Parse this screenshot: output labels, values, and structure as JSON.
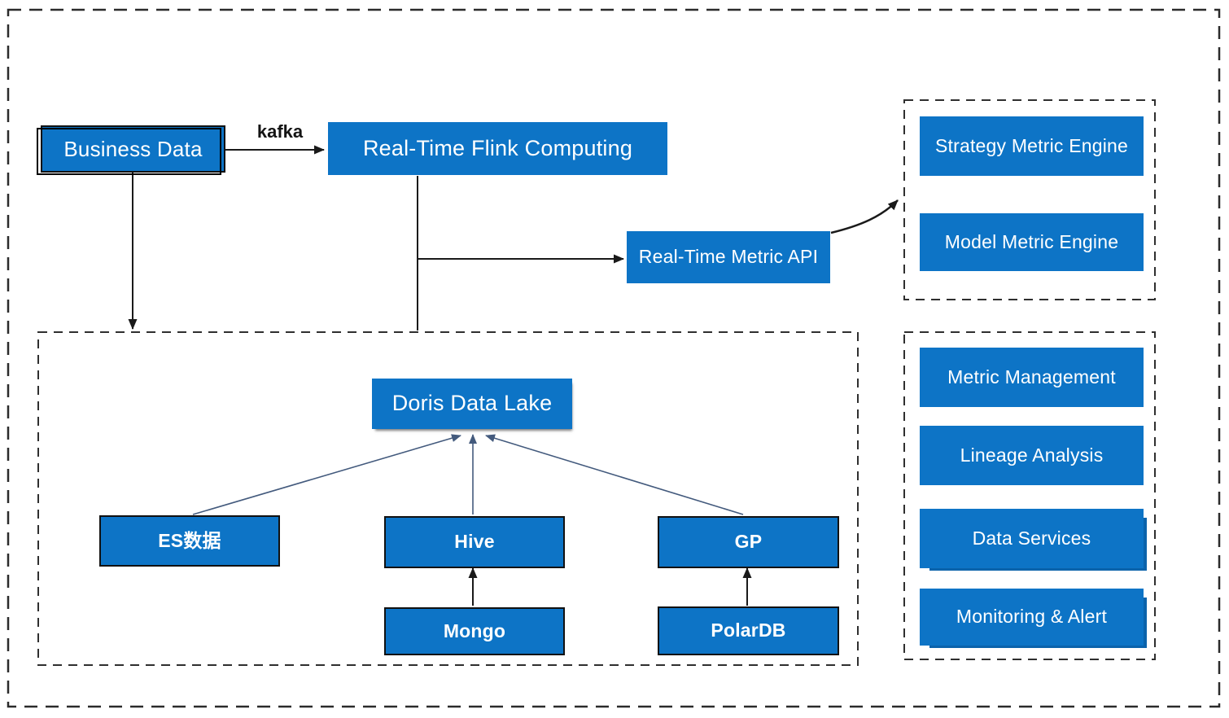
{
  "colors": {
    "node_blue": "#0d74c6",
    "node_shadow_blue": "#0b63ab",
    "connector_black": "#1a1a1a",
    "connector_slate": "#435a7d",
    "dashed_border": "#2f2f2f",
    "node_text": "#ffffff"
  },
  "nodes": {
    "business_data": "Business Data",
    "flink": "Real-Time Flink Computing",
    "metric_api": "Real-Time Metric API",
    "strategy_engine": "Strategy Metric Engine",
    "model_engine": "Model Metric Engine",
    "doris": "Doris Data Lake",
    "es": "ES数据",
    "hive": "Hive",
    "mongo": "Mongo",
    "gp": "GP",
    "polardb": "PolarDB",
    "metric_management": "Metric Management",
    "lineage_analysis": "Lineage Analysis",
    "data_services": "Data Services",
    "monitoring_alert": "Monitoring & Alert"
  },
  "edges": {
    "kafka_label": "kafka"
  }
}
